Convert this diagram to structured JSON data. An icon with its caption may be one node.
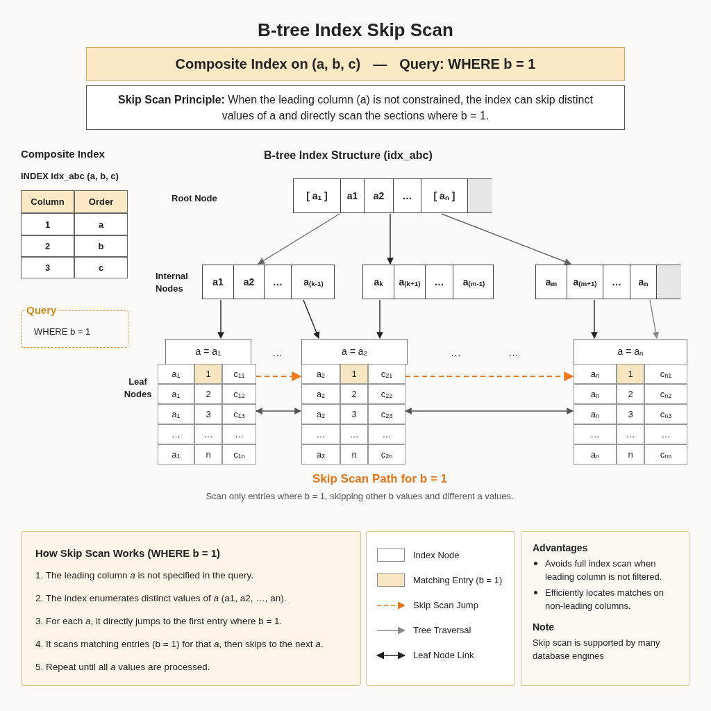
{
  "diagram": {
    "title": "B-tree Index Skip Scan",
    "nodes": [
      {
        "text": [
          "Composite Index on (a, b, c)",
          "—",
          "Query: WHERE b = 1"
        ]
      },
      {
        "text": [
          "**Skip Scan Principle:** When the leading column (a) is not constrained, the index can skip distinct values of a and directly scan the sections where b = 1."
        ]
      },
      {
        "text": [
          "Query",
          "WHERE b = 1"
        ]
      },
      {
        "text": [
          "[ a$_{1}$ ]",
          "a1",
          "a2",
          "…",
          "[ a$_{n}$ ]"
        ]
      },
      {
        "text": [
          "a1",
          "a2",
          "…",
          "a$_{(k-1)}$"
        ]
      },
      {
        "text": [
          "a$_{k}$",
          "a$_{(k+1)}$",
          "…",
          "a$_{(m-1)}$"
        ]
      },
      {
        "text": [
          "a$_{m}$",
          "a$_{(m+1)}$",
          "…",
          "a$_{n}$"
        ]
      },
      {
        "text": [
          "a = a$_{1}$",
          "a$_{1}$",
          "1",
          "c$_{11}$",
          "a$_{1}$",
          "2",
          "c$_{12}$",
          "a$_{1}$",
          "3",
          "c$_{13}$",
          "…",
          "…",
          "…",
          "a$_{1}$",
          "n",
          "c$_{1n}$"
        ]
      },
      {
        "text": [
          "a = a$_{2}$",
          "a$_{2}$",
          "1",
          "c$_{21}$",
          "a$_{2}$",
          "2",
          "c$_{22}$",
          "a$_{2}$",
          "3",
          "c$_{23}$",
          "…",
          "…",
          "…",
          "a$_{2}$",
          "n",
          "c$_{2n}$"
        ]
      },
      {
        "text": [
          "a = a$_{n}$",
          "a$_{n}$",
          "1",
          "c$_{n1}$",
          "a$_{n}$",
          "2",
          "c$_{n2}$",
          "a$_{n}$",
          "3",
          "c$_{n3}$",
          "…",
          "…",
          "…",
          "a$_{n}$",
          "n",
          "c$_{nn}$"
        ]
      },
      {
        "text": [
          "How Skip Scan Works (WHERE b = 1)",
          "1. The leading column *a* is not specified in the query.",
          "2. The index enumerates distinct values of *a* (a1, a2, …, an).",
          "3. For each *a*, it directly jumps to the first entry where b = 1.",
          "4. It scans matching entries (b = 1) for that *a*, then skips to the next *a*.",
          "5. Repeat until all *a* values are processed."
        ]
      },
      {
        "text": [
          "Advantages",
          "Avoids full index scan when leading column is not filtered.",
          "Efficiently locates matches on non-leading columns.",
          "Note",
          "Skip scan is supported by many database engines"
        ]
      }
    ],
    "edges": [
      {
        "from": 3,
        "to": 4,
        "arrow": "to",
        "color": "#666666"
      },
      {
        "from": 3,
        "to": 5,
        "arrow": "to"
      },
      {
        "from": 3,
        "to": 6,
        "arrow": "to",
        "color": "#666666"
      },
      {
        "from": 4,
        "to": 7,
        "arrow": "to"
      },
      {
        "from": 4,
        "to": 8,
        "arrow": "to"
      },
      {
        "from": 5,
        "to": 8,
        "arrow": "to"
      },
      {
        "from": 6,
        "to": 9,
        "arrow": "to"
      },
      {
        "from": 6,
        "to": 9,
        "arrow": "to",
        "color": "#888888"
      },
      {
        "from": 7,
        "to": 8,
        "arrow": "to",
        "style": "dashed",
        "color": "#f07a1a"
      },
      {
        "from": 8,
        "to": 9,
        "arrow": "to",
        "style": "dashed",
        "color": "#f07a1a"
      },
      {
        "from": 7,
        "to": 8,
        "arrow": "both",
        "color": "#555555"
      },
      {
        "from": 8,
        "to": 9,
        "arrow": "both",
        "color": "#555555"
      }
    ],
    "labels": [
      "Composite Index",
      "INDEX idx_abc (a, b, c)",
      "Column",
      "Order",
      "1",
      "a",
      "2",
      "b",
      "3",
      "c",
      "B-tree Index Structure (idx_abc)",
      "Root Node",
      "Internal Nodes",
      "Leaf Nodes",
      "…",
      "…",
      "…",
      "Skip Scan Path for b = 1",
      "Scan only entries where b = 1, skipping other b values and different a values."
    ],
    "legend": [
      {
        "text": "Index Node",
        "color": "#ffffff"
      },
      {
        "text": "Matching Entry (b = 1)",
        "color": "#f8e6c2"
      },
      {
        "text": "Skip Scan Jump"
      },
      {
        "text": "Tree Traversal"
      },
      {
        "text": "Leaf Node Link"
      }
    ]
  }
}
